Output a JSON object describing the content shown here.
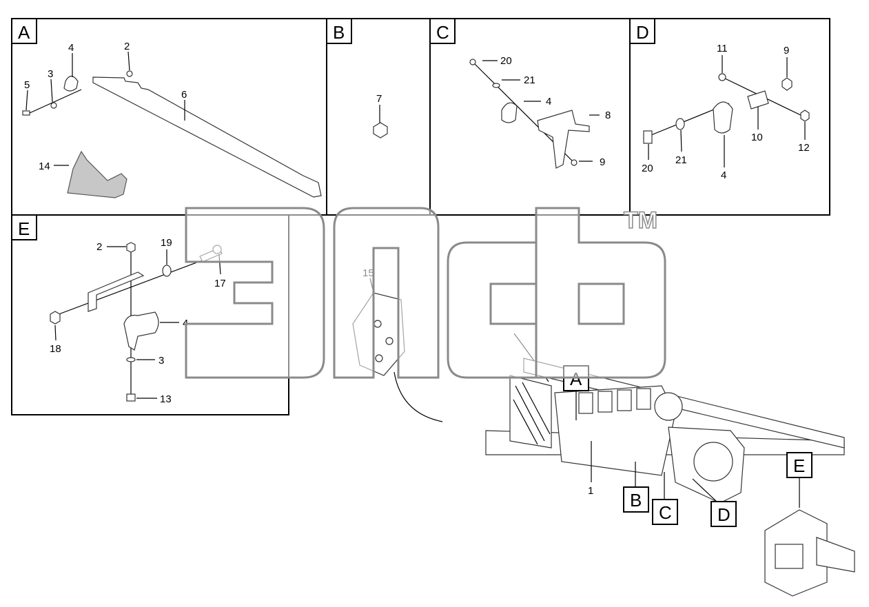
{
  "panels": {
    "A": {
      "label": "A",
      "callouts": [
        "4",
        "2",
        "3",
        "5",
        "6",
        "14"
      ]
    },
    "B": {
      "label": "B",
      "callouts": [
        "7"
      ]
    },
    "C": {
      "label": "C",
      "callouts": [
        "20",
        "21",
        "4",
        "8",
        "9"
      ]
    },
    "D": {
      "label": "D",
      "callouts": [
        "11",
        "9",
        "10",
        "12",
        "20",
        "21",
        "4"
      ]
    },
    "E": {
      "label": "E",
      "callouts": [
        "2",
        "19",
        "17",
        "4",
        "3",
        "13",
        "18"
      ]
    }
  },
  "main": {
    "callouts": [
      "15",
      "1"
    ],
    "tags": [
      "A",
      "B",
      "C",
      "D",
      "E"
    ]
  },
  "watermark": {
    "tm": "TM"
  }
}
